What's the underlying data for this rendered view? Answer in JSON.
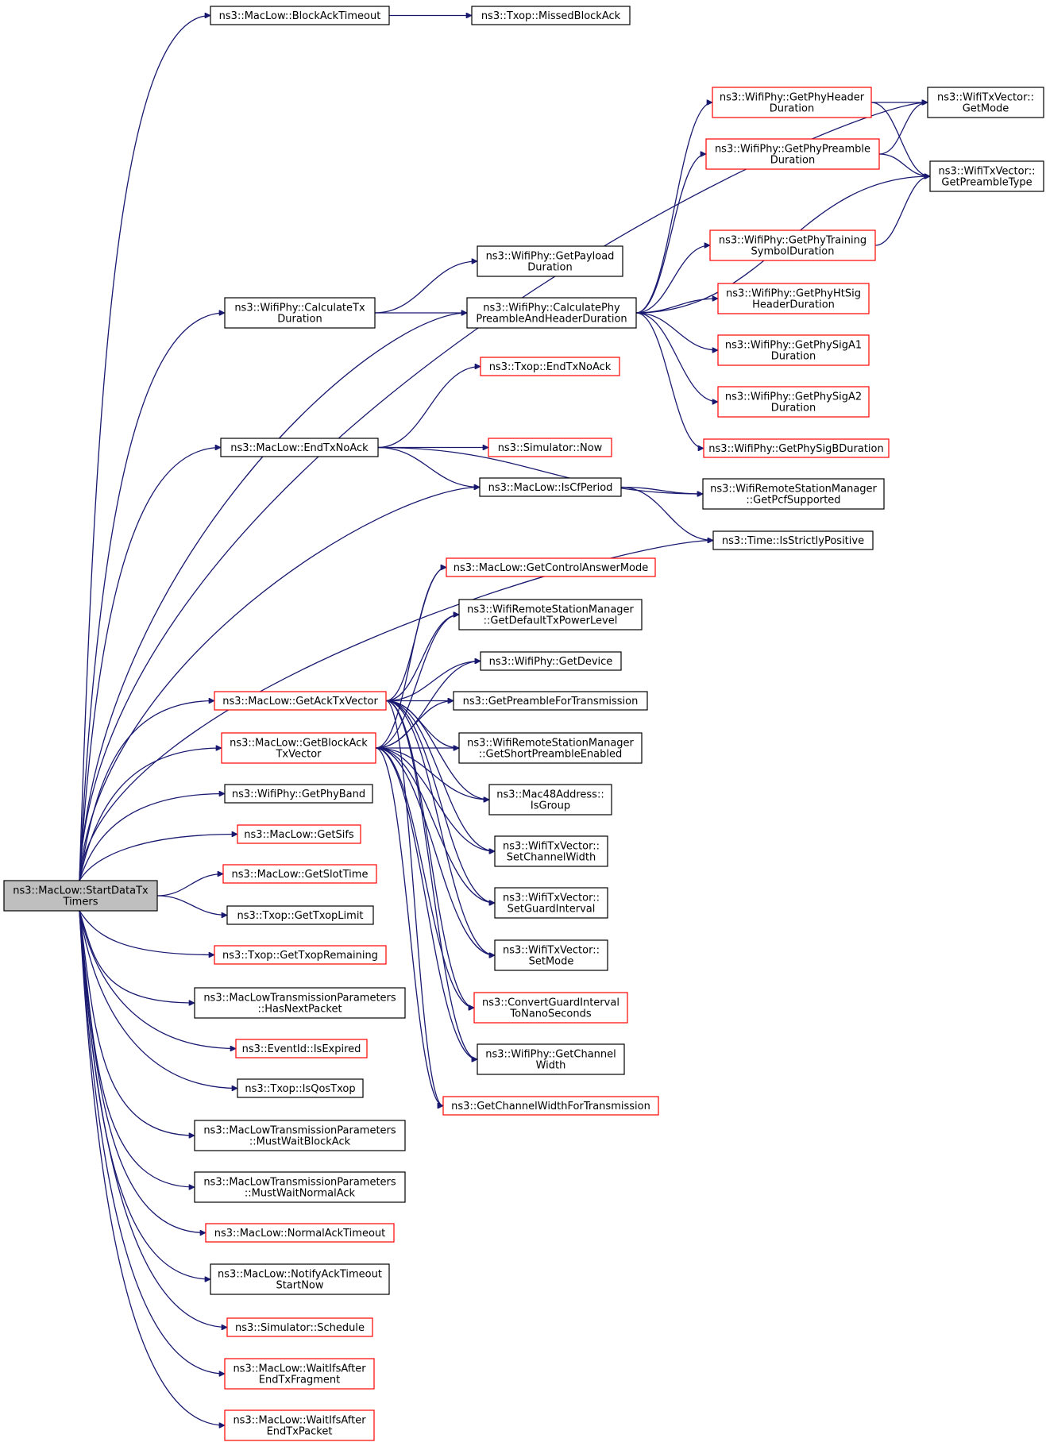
{
  "colors": {
    "edge": "#191970",
    "node_border": "#000000",
    "node_border_incomplete": "#ff0000",
    "root_fill": "#bfbfbf",
    "node_fill": "#ffffff"
  },
  "nodes": [
    {
      "id": "root",
      "lines": [
        "ns3::MacLow::StartDataTx",
        "Timers"
      ],
      "style": "root"
    },
    {
      "id": "blockAckTimeout",
      "lines": [
        "ns3::MacLow::BlockAckTimeout"
      ],
      "style": "normal"
    },
    {
      "id": "missedBlockAck",
      "lines": [
        "ns3::Txop::MissedBlockAck"
      ],
      "style": "normal"
    },
    {
      "id": "getMode",
      "lines": [
        "ns3::WifiTxVector::",
        "GetMode"
      ],
      "style": "normal"
    },
    {
      "id": "phyHeaderDuration",
      "lines": [
        "ns3::WifiPhy::GetPhyHeader",
        "Duration"
      ],
      "style": "red"
    },
    {
      "id": "phyPreambleDuration",
      "lines": [
        "ns3::WifiPhy::GetPhyPreamble",
        "Duration"
      ],
      "style": "red"
    },
    {
      "id": "getPreambleType",
      "lines": [
        "ns3::WifiTxVector::",
        "GetPreambleType"
      ],
      "style": "normal"
    },
    {
      "id": "phyTrainingSymbol",
      "lines": [
        "ns3::WifiPhy::GetPhyTraining",
        "SymbolDuration"
      ],
      "style": "red"
    },
    {
      "id": "getPayloadDuration",
      "lines": [
        "ns3::WifiPhy::GetPayload",
        "Duration"
      ],
      "style": "normal"
    },
    {
      "id": "calculateTxDuration",
      "lines": [
        "ns3::WifiPhy::CalculateTx",
        "Duration"
      ],
      "style": "normal"
    },
    {
      "id": "calcPreambleHeader",
      "lines": [
        "ns3::WifiPhy::CalculatePhy",
        "PreambleAndHeaderDuration"
      ],
      "style": "normal"
    },
    {
      "id": "phyHtSig",
      "lines": [
        "ns3::WifiPhy::GetPhyHtSig",
        "HeaderDuration"
      ],
      "style": "red"
    },
    {
      "id": "phySigA1",
      "lines": [
        "ns3::WifiPhy::GetPhySigA1",
        "Duration"
      ],
      "style": "red"
    },
    {
      "id": "phySigA2",
      "lines": [
        "ns3::WifiPhy::GetPhySigA2",
        "Duration"
      ],
      "style": "red"
    },
    {
      "id": "txopEndTxNoAck",
      "lines": [
        "ns3::Txop::EndTxNoAck"
      ],
      "style": "red"
    },
    {
      "id": "phySigB",
      "lines": [
        "ns3::WifiPhy::GetPhySigBDuration"
      ],
      "style": "red"
    },
    {
      "id": "macEndTxNoAck",
      "lines": [
        "ns3::MacLow::EndTxNoAck"
      ],
      "style": "normal"
    },
    {
      "id": "simulatorNow",
      "lines": [
        "ns3::Simulator::Now"
      ],
      "style": "red"
    },
    {
      "id": "isCfPeriod",
      "lines": [
        "ns3::MacLow::IsCfPeriod"
      ],
      "style": "normal"
    },
    {
      "id": "getPcfSupported",
      "lines": [
        "ns3::WifiRemoteStationManager",
        "::GetPcfSupported"
      ],
      "style": "normal"
    },
    {
      "id": "isStrictlyPositive",
      "lines": [
        "ns3::Time::IsStrictlyPositive"
      ],
      "style": "normal"
    },
    {
      "id": "getControlAnswerMode",
      "lines": [
        "ns3::MacLow::GetControlAnswerMode"
      ],
      "style": "red"
    },
    {
      "id": "getDefaultTxPower",
      "lines": [
        "ns3::WifiRemoteStationManager",
        "::GetDefaultTxPowerLevel"
      ],
      "style": "normal"
    },
    {
      "id": "getDevice",
      "lines": [
        "ns3::WifiPhy::GetDevice"
      ],
      "style": "normal"
    },
    {
      "id": "getAckTxVector",
      "lines": [
        "ns3::MacLow::GetAckTxVector"
      ],
      "style": "red"
    },
    {
      "id": "getPreambleForTx",
      "lines": [
        "ns3::GetPreambleForTransmission"
      ],
      "style": "normal"
    },
    {
      "id": "getBlockAckTxVector",
      "lines": [
        "ns3::MacLow::GetBlockAck",
        "TxVector"
      ],
      "style": "red"
    },
    {
      "id": "getShortPreambleEnabled",
      "lines": [
        "ns3::WifiRemoteStationManager",
        "::GetShortPreambleEnabled"
      ],
      "style": "normal"
    },
    {
      "id": "getPhyBand",
      "lines": [
        "ns3::WifiPhy::GetPhyBand"
      ],
      "style": "normal"
    },
    {
      "id": "isGroup",
      "lines": [
        "ns3::Mac48Address::",
        "IsGroup"
      ],
      "style": "normal"
    },
    {
      "id": "getSifs",
      "lines": [
        "ns3::MacLow::GetSifs"
      ],
      "style": "red"
    },
    {
      "id": "setChannelWidth",
      "lines": [
        "ns3::WifiTxVector::",
        "SetChannelWidth"
      ],
      "style": "normal"
    },
    {
      "id": "getSlotTime",
      "lines": [
        "ns3::MacLow::GetSlotTime"
      ],
      "style": "red"
    },
    {
      "id": "setGuardInterval",
      "lines": [
        "ns3::WifiTxVector::",
        "SetGuardInterval"
      ],
      "style": "normal"
    },
    {
      "id": "getTxopLimit",
      "lines": [
        "ns3::Txop::GetTxopLimit"
      ],
      "style": "normal"
    },
    {
      "id": "getTxopRemaining",
      "lines": [
        "ns3::Txop::GetTxopRemaining"
      ],
      "style": "red"
    },
    {
      "id": "setMode",
      "lines": [
        "ns3::WifiTxVector::",
        "SetMode"
      ],
      "style": "normal"
    },
    {
      "id": "hasNextPacket",
      "lines": [
        "ns3::MacLowTransmissionParameters",
        "::HasNextPacket"
      ],
      "style": "normal"
    },
    {
      "id": "convertGuardInterval",
      "lines": [
        "ns3::ConvertGuardInterval",
        "ToNanoSeconds"
      ],
      "style": "red"
    },
    {
      "id": "eventIsExpired",
      "lines": [
        "ns3::EventId::IsExpired"
      ],
      "style": "red"
    },
    {
      "id": "getChannelWidth",
      "lines": [
        "ns3::WifiPhy::GetChannel",
        "Width"
      ],
      "style": "normal"
    },
    {
      "id": "isQosTxop",
      "lines": [
        "ns3::Txop::IsQosTxop"
      ],
      "style": "normal"
    },
    {
      "id": "getChannelWidthForTx",
      "lines": [
        "ns3::GetChannelWidthForTransmission"
      ],
      "style": "red"
    },
    {
      "id": "mustWaitBlockAck",
      "lines": [
        "ns3::MacLowTransmissionParameters",
        "::MustWaitBlockAck"
      ],
      "style": "normal"
    },
    {
      "id": "mustWaitNormalAck",
      "lines": [
        "ns3::MacLowTransmissionParameters",
        "::MustWaitNormalAck"
      ],
      "style": "normal"
    },
    {
      "id": "normalAckTimeout",
      "lines": [
        "ns3::MacLow::NormalAckTimeout"
      ],
      "style": "red"
    },
    {
      "id": "notifyAckTimeout",
      "lines": [
        "ns3::MacLow::NotifyAckTimeout",
        "StartNow"
      ],
      "style": "normal"
    },
    {
      "id": "simulatorSchedule",
      "lines": [
        "ns3::Simulator::Schedule"
      ],
      "style": "red"
    },
    {
      "id": "waitIfsFragment",
      "lines": [
        "ns3::MacLow::WaitIfsAfter",
        "EndTxFragment"
      ],
      "style": "red"
    },
    {
      "id": "waitIfsPacket",
      "lines": [
        "ns3::MacLow::WaitIfsAfter",
        "EndTxPacket"
      ],
      "style": "red"
    }
  ],
  "edges": [
    [
      "root",
      "blockAckTimeout"
    ],
    [
      "blockAckTimeout",
      "missedBlockAck"
    ],
    [
      "root",
      "getMode"
    ],
    [
      "root",
      "calculateTxDuration"
    ],
    [
      "calculateTxDuration",
      "getPayloadDuration"
    ],
    [
      "calculateTxDuration",
      "calcPreambleHeader"
    ],
    [
      "root",
      "calcPreambleHeader"
    ],
    [
      "calcPreambleHeader",
      "phyHeaderDuration"
    ],
    [
      "calcPreambleHeader",
      "phyPreambleDuration"
    ],
    [
      "calcPreambleHeader",
      "getPreambleType"
    ],
    [
      "calcPreambleHeader",
      "phyTrainingSymbol"
    ],
    [
      "calcPreambleHeader",
      "phyHtSig"
    ],
    [
      "calcPreambleHeader",
      "phySigA1"
    ],
    [
      "calcPreambleHeader",
      "phySigA2"
    ],
    [
      "calcPreambleHeader",
      "phySigB"
    ],
    [
      "phyHeaderDuration",
      "getMode"
    ],
    [
      "phyHeaderDuration",
      "getPreambleType"
    ],
    [
      "phyPreambleDuration",
      "getMode"
    ],
    [
      "phyPreambleDuration",
      "getPreambleType"
    ],
    [
      "phyTrainingSymbol",
      "getPreambleType"
    ],
    [
      "root",
      "macEndTxNoAck"
    ],
    [
      "macEndTxNoAck",
      "txopEndTxNoAck"
    ],
    [
      "macEndTxNoAck",
      "simulatorNow"
    ],
    [
      "macEndTxNoAck",
      "isCfPeriod"
    ],
    [
      "macEndTxNoAck",
      "getPcfSupported"
    ],
    [
      "root",
      "isCfPeriod"
    ],
    [
      "isCfPeriod",
      "getPcfSupported"
    ],
    [
      "isCfPeriod",
      "isStrictlyPositive"
    ],
    [
      "root",
      "isStrictlyPositive"
    ],
    [
      "root",
      "getAckTxVector"
    ],
    [
      "root",
      "getBlockAckTxVector"
    ],
    [
      "getAckTxVector",
      "getControlAnswerMode"
    ],
    [
      "getAckTxVector",
      "getDefaultTxPower"
    ],
    [
      "getAckTxVector",
      "getDevice"
    ],
    [
      "getAckTxVector",
      "getPreambleForTx"
    ],
    [
      "getAckTxVector",
      "getShortPreambleEnabled"
    ],
    [
      "getAckTxVector",
      "isGroup"
    ],
    [
      "getAckTxVector",
      "setChannelWidth"
    ],
    [
      "getAckTxVector",
      "setGuardInterval"
    ],
    [
      "getAckTxVector",
      "setMode"
    ],
    [
      "getAckTxVector",
      "convertGuardInterval"
    ],
    [
      "getAckTxVector",
      "getChannelWidth"
    ],
    [
      "getAckTxVector",
      "getChannelWidthForTx"
    ],
    [
      "getBlockAckTxVector",
      "getControlAnswerMode"
    ],
    [
      "getBlockAckTxVector",
      "getDefaultTxPower"
    ],
    [
      "getBlockAckTxVector",
      "getDevice"
    ],
    [
      "getBlockAckTxVector",
      "getPreambleForTx"
    ],
    [
      "getBlockAckTxVector",
      "getShortPreambleEnabled"
    ],
    [
      "getBlockAckTxVector",
      "isGroup"
    ],
    [
      "getBlockAckTxVector",
      "setChannelWidth"
    ],
    [
      "getBlockAckTxVector",
      "setGuardInterval"
    ],
    [
      "getBlockAckTxVector",
      "setMode"
    ],
    [
      "getBlockAckTxVector",
      "convertGuardInterval"
    ],
    [
      "getBlockAckTxVector",
      "getChannelWidth"
    ],
    [
      "getBlockAckTxVector",
      "getChannelWidthForTx"
    ],
    [
      "root",
      "getPhyBand"
    ],
    [
      "root",
      "getSifs"
    ],
    [
      "root",
      "getSlotTime"
    ],
    [
      "root",
      "getTxopLimit"
    ],
    [
      "root",
      "getTxopRemaining"
    ],
    [
      "root",
      "hasNextPacket"
    ],
    [
      "root",
      "eventIsExpired"
    ],
    [
      "root",
      "isQosTxop"
    ],
    [
      "root",
      "mustWaitBlockAck"
    ],
    [
      "root",
      "mustWaitNormalAck"
    ],
    [
      "root",
      "normalAckTimeout"
    ],
    [
      "root",
      "notifyAckTimeout"
    ],
    [
      "root",
      "simulatorSchedule"
    ],
    [
      "root",
      "waitIfsFragment"
    ],
    [
      "root",
      "waitIfsPacket"
    ]
  ]
}
